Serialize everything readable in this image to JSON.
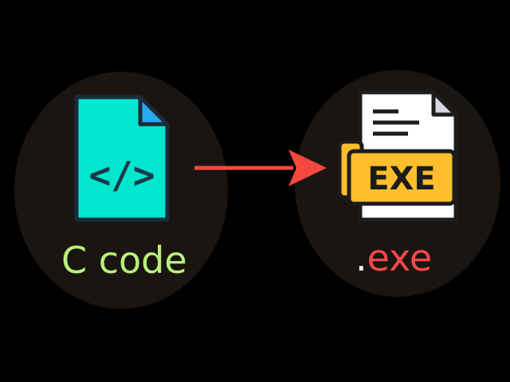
{
  "source": {
    "label": "C code",
    "icon": "code-file-icon",
    "icon_color": "#00e6cf",
    "corner_color": "#2aa8f0",
    "code_glyph": "</>",
    "label_color": "#b9f07a"
  },
  "connector": {
    "icon": "arrow-right-icon",
    "color": "#f5483f"
  },
  "target": {
    "label_dot": ".",
    "label_text": "exe",
    "badge_text": "EXE",
    "icon": "exe-file-icon",
    "badge_color": "#ffbf2c",
    "label_color": "#f5484c"
  },
  "colors": {
    "background": "#000000",
    "circle": "#1a1510"
  }
}
